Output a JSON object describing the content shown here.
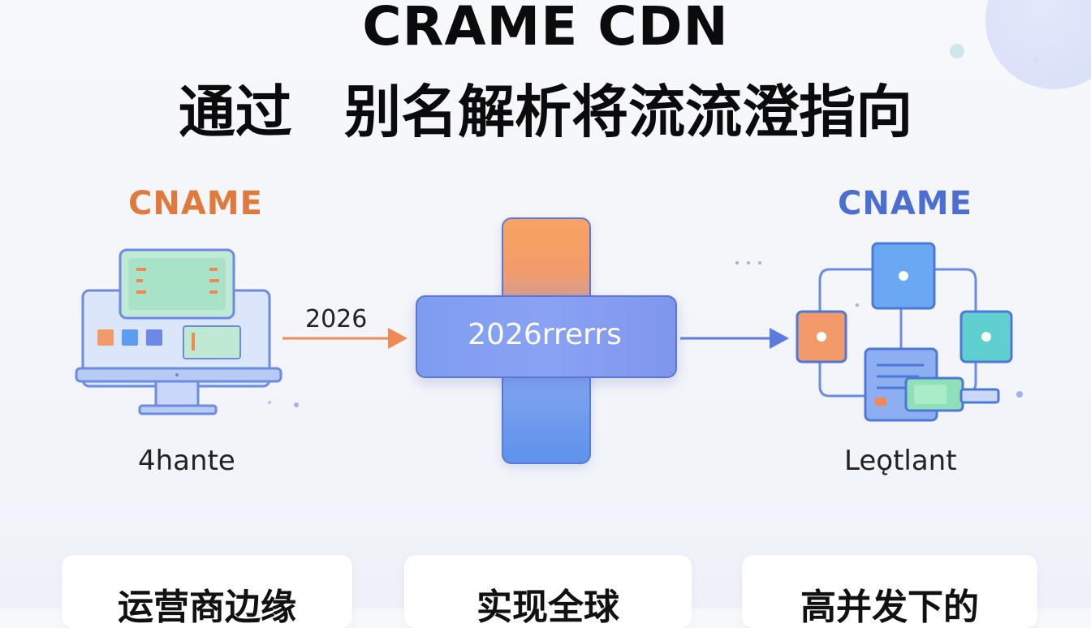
{
  "title": {
    "line1": "CRAME CDN",
    "line2": "通过 别名解析将流流澄指向"
  },
  "left_node": {
    "label": "CNAME",
    "label_color": "#e07a3c",
    "caption": "4hante"
  },
  "left_arrow": {
    "label": "2026",
    "color": "#ef8a55"
  },
  "center_node": {
    "label": "2026rrerrs"
  },
  "right_arrow": {
    "color": "#5b7be0"
  },
  "right_node": {
    "label": "CNAME",
    "label_color": "#4b6fd0",
    "caption": "Leǫtlant"
  },
  "cards": [
    {
      "text": "运营商边缘"
    },
    {
      "text": "实现全球"
    },
    {
      "text": "高并发下的"
    }
  ]
}
